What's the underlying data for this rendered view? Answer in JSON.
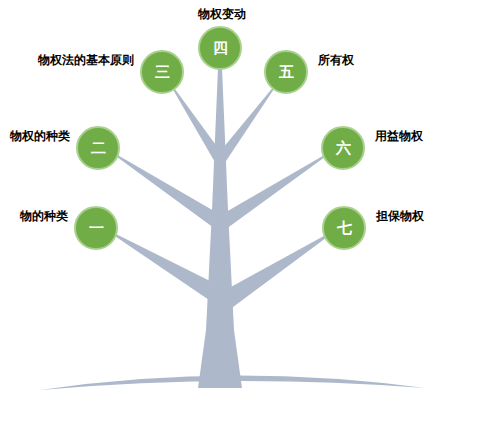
{
  "diagram": {
    "nodes": [
      {
        "text": [
          "一",
          "物的种类"
        ]
      },
      {
        "text": [
          "二",
          "物权的种类"
        ]
      },
      {
        "text": [
          "三",
          "物权法的基本原则"
        ]
      },
      {
        "text": [
          "四",
          "物权变动"
        ]
      },
      {
        "text": [
          "五",
          "所有权"
        ]
      },
      {
        "text": [
          "六",
          "用益物权"
        ]
      },
      {
        "text": [
          "七",
          "担保物权"
        ]
      }
    ]
  }
}
